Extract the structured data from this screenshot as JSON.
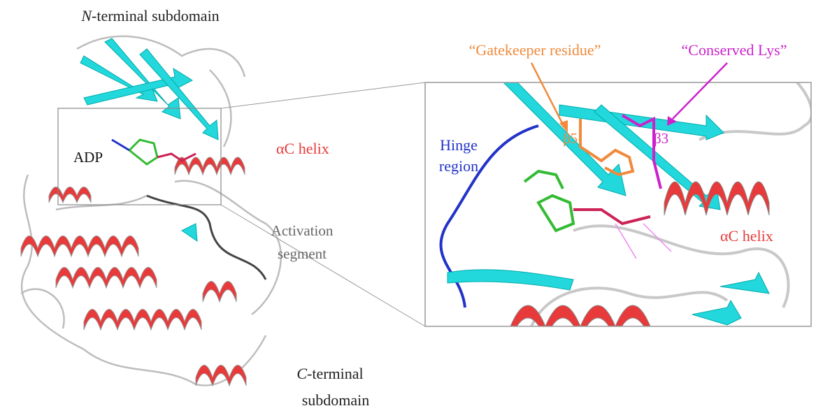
{
  "left_panel": {
    "n_terminal": {
      "italic": "N",
      "rest": "-terminal subdomain"
    },
    "adp": "ADP",
    "ac_helix": "αC helix",
    "activation_segment": [
      "Activation",
      "segment"
    ],
    "c_terminal": {
      "line1_italic": "C",
      "line1_rest": "-terminal",
      "line2": "subdomain"
    }
  },
  "right_panel": {
    "gatekeeper": "“Gatekeeper residue”",
    "conserved_lys": "“Conserved Lys”",
    "hinge_region": [
      "Hinge",
      "region"
    ],
    "beta5": "β5",
    "beta3": "β3",
    "ac_helix": "αC helix"
  },
  "colors": {
    "helix": "#e83a3a",
    "strand": "#22d8dc",
    "loop": "#b8b8b8",
    "hinge": "#2233c8",
    "gatekeeper": "#f08a3c",
    "lys": "#cc22cc",
    "activation": "#555555",
    "ligand": "#33bb33"
  }
}
